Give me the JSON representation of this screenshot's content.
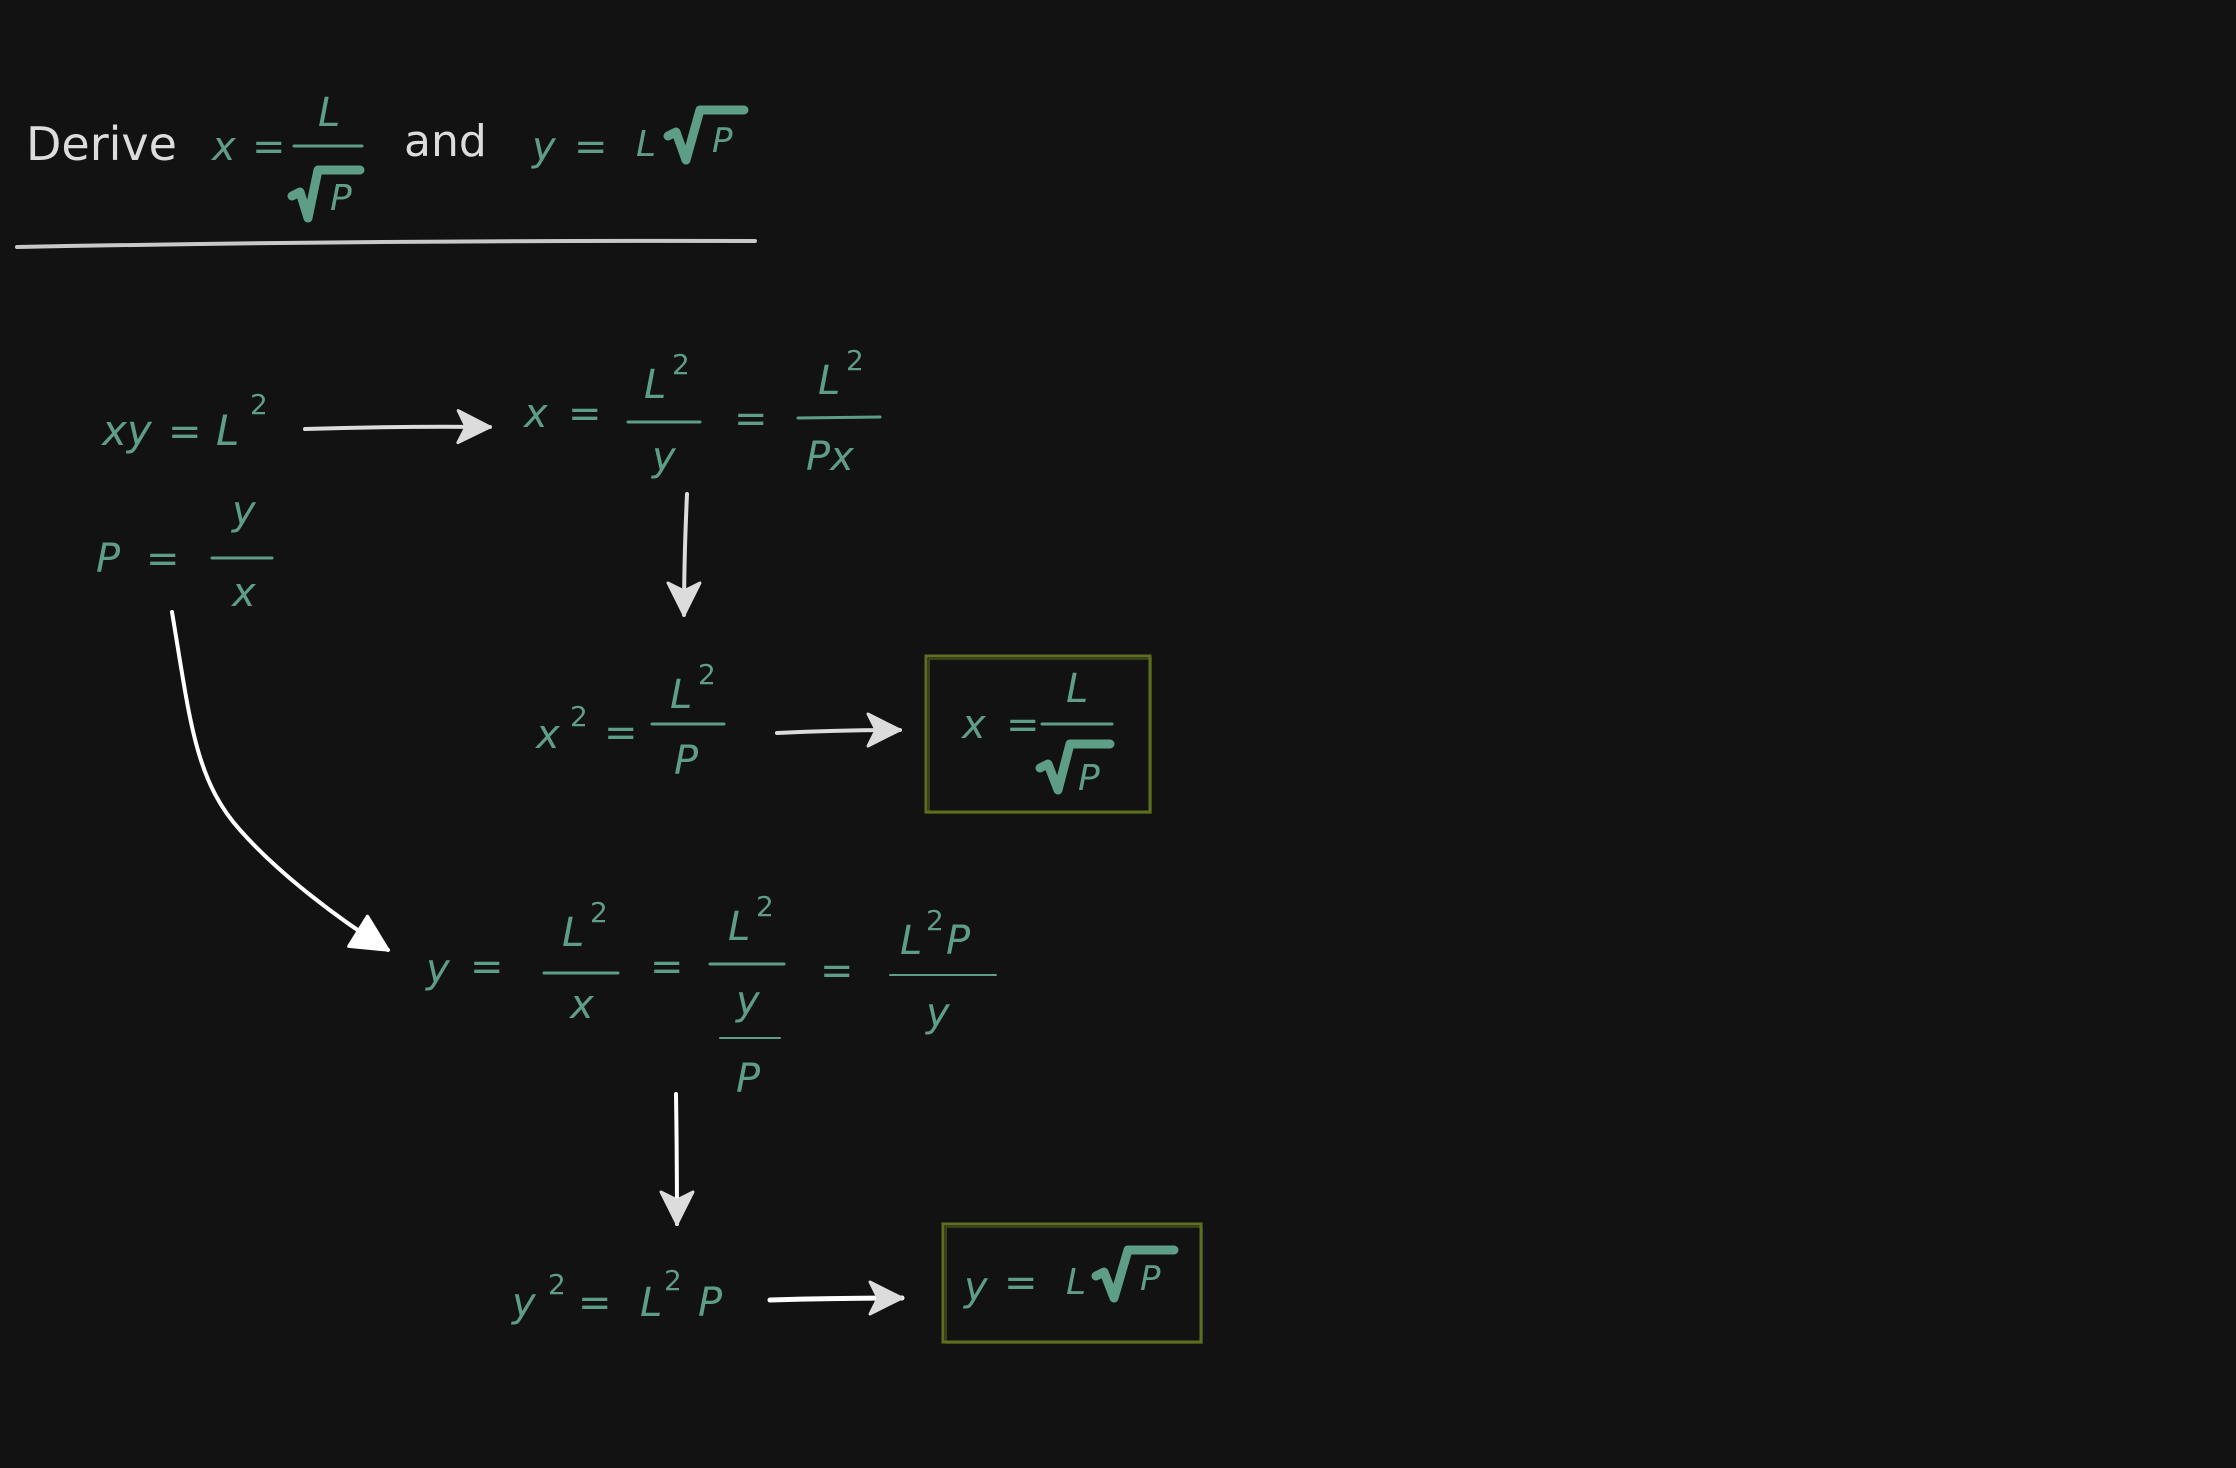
{
  "canvas": {
    "background": "#121212",
    "ink_math": "#5f9e86",
    "ink_white": "#dcdcdc",
    "box_border": "#5d6e1f"
  },
  "title": {
    "word_derive": "Derive",
    "word_and": "and",
    "x_var": "x",
    "y_var": "y",
    "eq": "=",
    "L": "L",
    "P": "P"
  },
  "row1": {
    "xy": "xy",
    "eq": "=",
    "L": "L",
    "sq": "2",
    "x": "x",
    "y": "y",
    "Px": "Px"
  },
  "row2": {
    "P": "P",
    "eq": "=",
    "y": "y",
    "x": "x"
  },
  "row3": {
    "x": "x",
    "sq": "2",
    "eq": "=",
    "L": "L",
    "P": "P"
  },
  "result_x": {
    "x": "x",
    "eq": "=",
    "L": "L",
    "P": "P"
  },
  "row4": {
    "y": "y",
    "eq": "=",
    "L": "L",
    "sq": "2",
    "x": "x",
    "P": "P"
  },
  "row5": {
    "y": "y",
    "sq": "2",
    "eq": "=",
    "L": "L",
    "P": "P"
  },
  "result_y": {
    "y": "y",
    "eq": "=",
    "L": "L",
    "P": "P"
  },
  "icons": {
    "arrow": "arrow-icon",
    "sqrt": "sqrt-symbol-icon"
  }
}
